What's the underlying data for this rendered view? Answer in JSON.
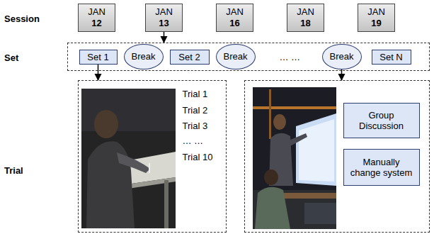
{
  "diagram": {
    "nodes": [
      {
        "text": [
          "JAN",
          "12"
        ]
      },
      {
        "text": [
          "JAN",
          "13"
        ]
      },
      {
        "text": [
          "JAN",
          "16"
        ]
      },
      {
        "text": [
          "JAN",
          "18"
        ]
      },
      {
        "text": [
          "JAN",
          "19"
        ]
      },
      {
        "text": [
          "… …"
        ]
      },
      {
        "text": [
          "Set 1"
        ],
        "in": 5
      },
      {
        "text": [
          "Break"
        ],
        "in": 5
      },
      {
        "text": [
          "Set 2"
        ],
        "in": 5
      },
      {
        "text": [
          "Break"
        ],
        "in": 5
      },
      {
        "text": [
          "Break"
        ],
        "in": 5
      },
      {
        "text": [
          "Set N"
        ],
        "in": 5
      },
      {
        "text": [
          "Trial 1",
          "Trial 2",
          "Trial 3",
          "… …",
          "Trial 10"
        ]
      },
      {
        "text": []
      },
      {
        "text": [
          "Group Discussion"
        ],
        "in": 13
      },
      {
        "text": [
          "Manually change system"
        ],
        "in": 13
      }
    ],
    "edges": [
      {
        "from": 1,
        "to": 5,
        "arrow": "to"
      },
      {
        "from": 6,
        "to": 12,
        "arrow": "to"
      },
      {
        "from": 10,
        "to": 13,
        "arrow": "to"
      }
    ],
    "labels": [
      "Session",
      "Set",
      "Trial"
    ]
  }
}
